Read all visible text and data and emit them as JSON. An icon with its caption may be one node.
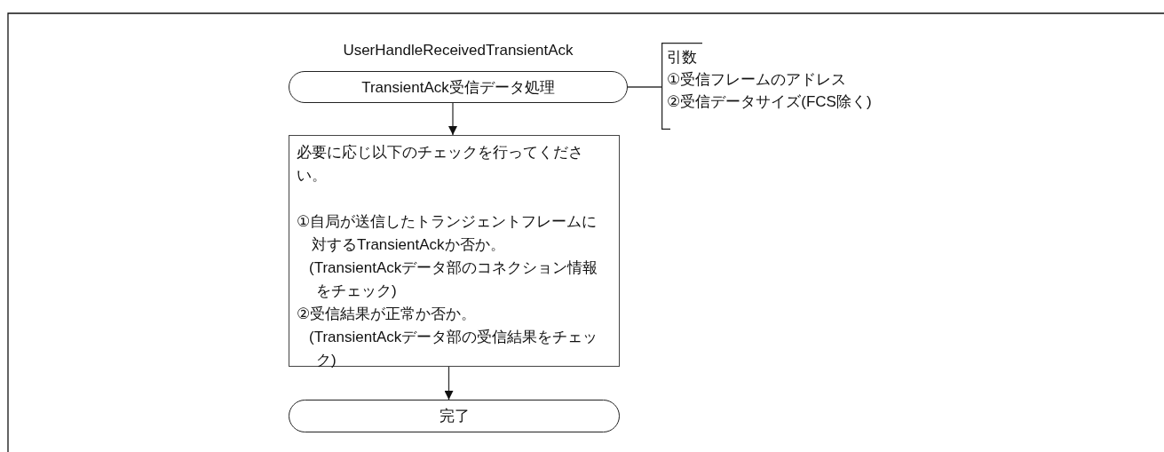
{
  "diagram": {
    "nodes": [
      {
        "text": [
          "TransientAck受信データ処理"
        ],
        "beside": [
          "UserHandleReceivedTransientAck"
        ]
      },
      {
        "text": [
          "引数",
          "①受信フレームのアドレス",
          "②受信データサイズ(FCS除く)"
        ]
      },
      {
        "text": [
          "必要に応じ以下のチェックを行ってください。",
          "①自局が送信したトランジェントフレームに対するTransientAckか否か。",
          "(TransientAckデータ部のコネクション情報をチェック)",
          "②受信結果が正常か否か。",
          "(TransientAckデータ部の受信結果をチェック)"
        ]
      },
      {
        "text": [
          "完了"
        ]
      }
    ],
    "edges": [
      {
        "from": 0,
        "to": 2,
        "arrow": "to"
      },
      {
        "from": 2,
        "to": 3,
        "arrow": "to"
      },
      {
        "from": 0,
        "to": 1,
        "arrow": "none"
      }
    ]
  }
}
